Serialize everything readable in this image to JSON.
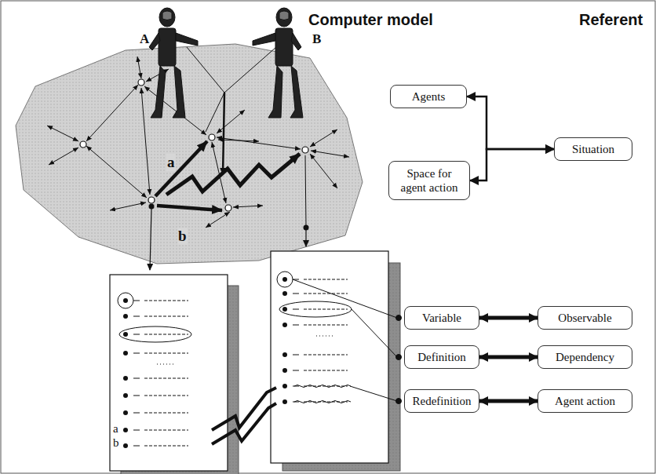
{
  "diagram": {
    "nodes": [
      {
        "text": [
          "Agents"
        ]
      },
      {
        "text": [
          "Space for agent action"
        ]
      },
      {
        "text": [
          "Situation"
        ]
      },
      {
        "text": [
          "Variable"
        ]
      },
      {
        "text": [
          "Observable"
        ]
      },
      {
        "text": [
          "Definition"
        ]
      },
      {
        "text": [
          "Dependency"
        ]
      },
      {
        "text": [
          "Redefinition"
        ]
      },
      {
        "text": [
          "Agent action"
        ]
      }
    ],
    "edges": [
      {
        "from": 0,
        "to": 2,
        "arrow": "both"
      },
      {
        "from": 1,
        "to": 2,
        "arrow": "both"
      },
      {
        "from": 3,
        "to": 4,
        "arrow": "both"
      },
      {
        "from": 5,
        "to": 6,
        "arrow": "both"
      },
      {
        "from": 7,
        "to": 8,
        "arrow": "both"
      }
    ],
    "labels": [
      "A",
      "B",
      "Computer model",
      "Referent",
      "a",
      "b",
      "a",
      "b"
    ]
  }
}
